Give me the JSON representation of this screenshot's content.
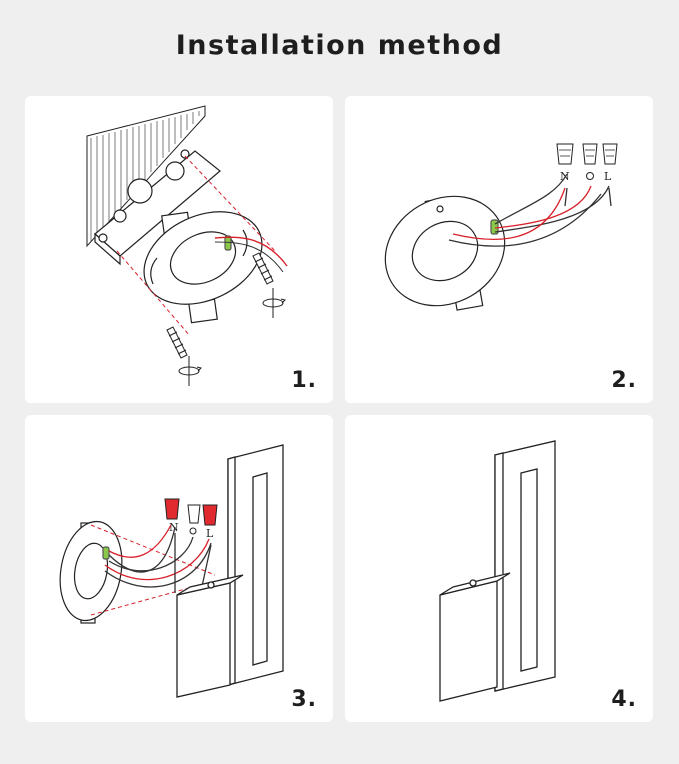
{
  "title": "Installation method",
  "steps": [
    {
      "label": "1."
    },
    {
      "label": "2."
    },
    {
      "label": "3."
    },
    {
      "label": "4."
    }
  ],
  "wire_labels": {
    "neutral": "N",
    "live": "L"
  },
  "colors": {
    "background": "#efefef",
    "panel": "#ffffff",
    "line": "#2a2a2a",
    "red_wire": "#d8202a",
    "wire_nut_red": "#e02a30",
    "green_connector": "#8ac84a"
  },
  "icons": [
    "ceiling-junction-box-icon",
    "mounting-plate-icon",
    "screw-icon",
    "rotate-arrow-icon",
    "wire-nut-icon",
    "wall-sconce-icon"
  ]
}
